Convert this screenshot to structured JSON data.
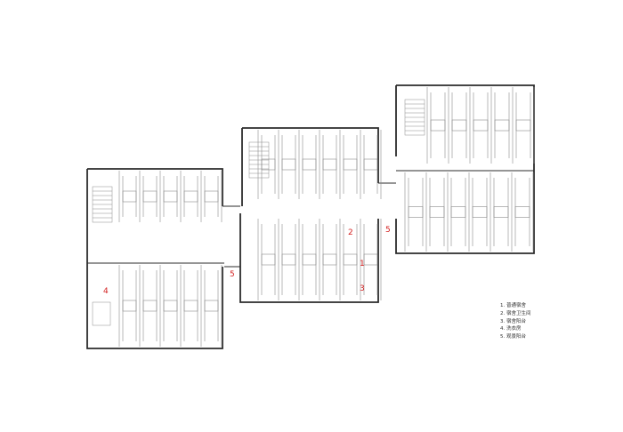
{
  "labels": {
    "l1": "1",
    "l2": "2",
    "l3": "3",
    "l4": "4",
    "l5a": "5",
    "l5b": "5"
  },
  "legend": [
    "1. 普通宿舍",
    "2. 宿舍卫生间",
    "3. 宿舍阳台",
    "4. 洗衣房",
    "5. 观景阳台"
  ],
  "colors": {
    "wall": "#2b2b2b",
    "line": "#8a8a8a",
    "label": "#d21f1f"
  }
}
